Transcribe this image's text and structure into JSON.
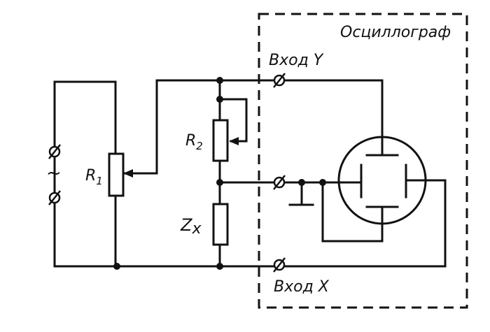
{
  "title": "Осциллограф",
  "labels": {
    "input_y": "Вход Y",
    "input_x": "Вход X",
    "r1": "R",
    "r1_sub": "1",
    "r2": "R",
    "r2_sub": "2",
    "zx": "Z",
    "zx_sub": "x",
    "ac_source": "~"
  },
  "colors": {
    "ink": "#111111",
    "paper": "#ffffff"
  }
}
